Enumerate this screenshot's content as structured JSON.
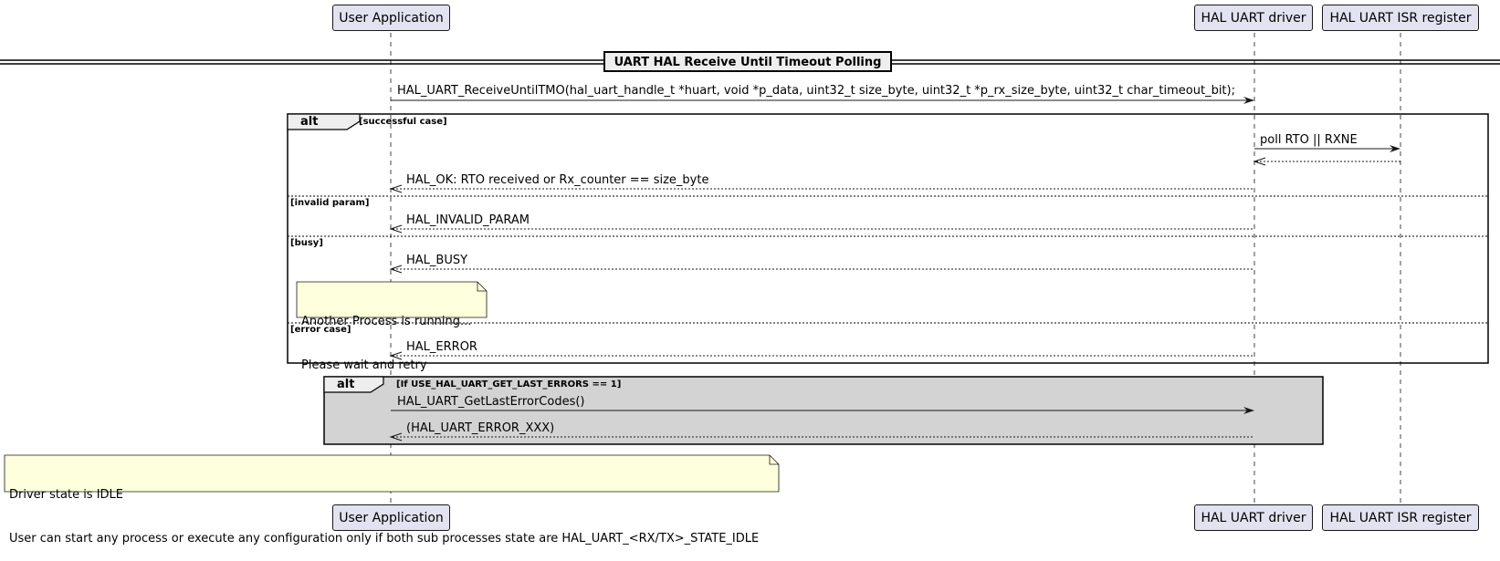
{
  "participants": [
    {
      "id": "user",
      "label": "User Application"
    },
    {
      "id": "driver",
      "label": "HAL UART driver"
    },
    {
      "id": "isr",
      "label": "HAL UART ISR register"
    }
  ],
  "divider": {
    "title": "UART HAL Receive Until Timeout Polling"
  },
  "call_message": "HAL_UART_ReceiveUntilTMO(hal_uart_handle_t *huart, void *p_data, uint32_t size_byte, uint32_t *p_rx_size_byte, uint32_t char_timeout_bit);",
  "alt1": {
    "keyword": "alt",
    "cases": [
      {
        "guard": "[successful case]",
        "messages": [
          "poll RTO || RXNE",
          "",
          "HAL_OK: RTO received or Rx_counter == size_byte"
        ]
      },
      {
        "guard": "[invalid param]",
        "messages": [
          "HAL_INVALID_PARAM"
        ]
      },
      {
        "guard": "[busy]",
        "messages": [
          "HAL_BUSY"
        ],
        "note": [
          "Another Process is running...",
          "Please wait and retry"
        ]
      },
      {
        "guard": "[error case]",
        "messages": [
          "HAL_ERROR"
        ]
      }
    ]
  },
  "alt2": {
    "keyword": "alt",
    "guard": "[If USE_HAL_UART_GET_LAST_ERRORS == 1]",
    "messages": [
      "HAL_UART_GetLastErrorCodes()",
      "(HAL_UART_ERROR_XXX)"
    ]
  },
  "final_note": [
    "Driver state is IDLE",
    "User can start any process or execute any configuration only if both sub processes state are HAL_UART_<RX/TX>_STATE_IDLE"
  ],
  "colors": {
    "participant_fill": "#E2E2F0",
    "note_fill": "#FEFFDD",
    "alt2_fill": "#D3D3D3",
    "frame_label_fill": "#EEEEEE",
    "line": "#181818"
  }
}
